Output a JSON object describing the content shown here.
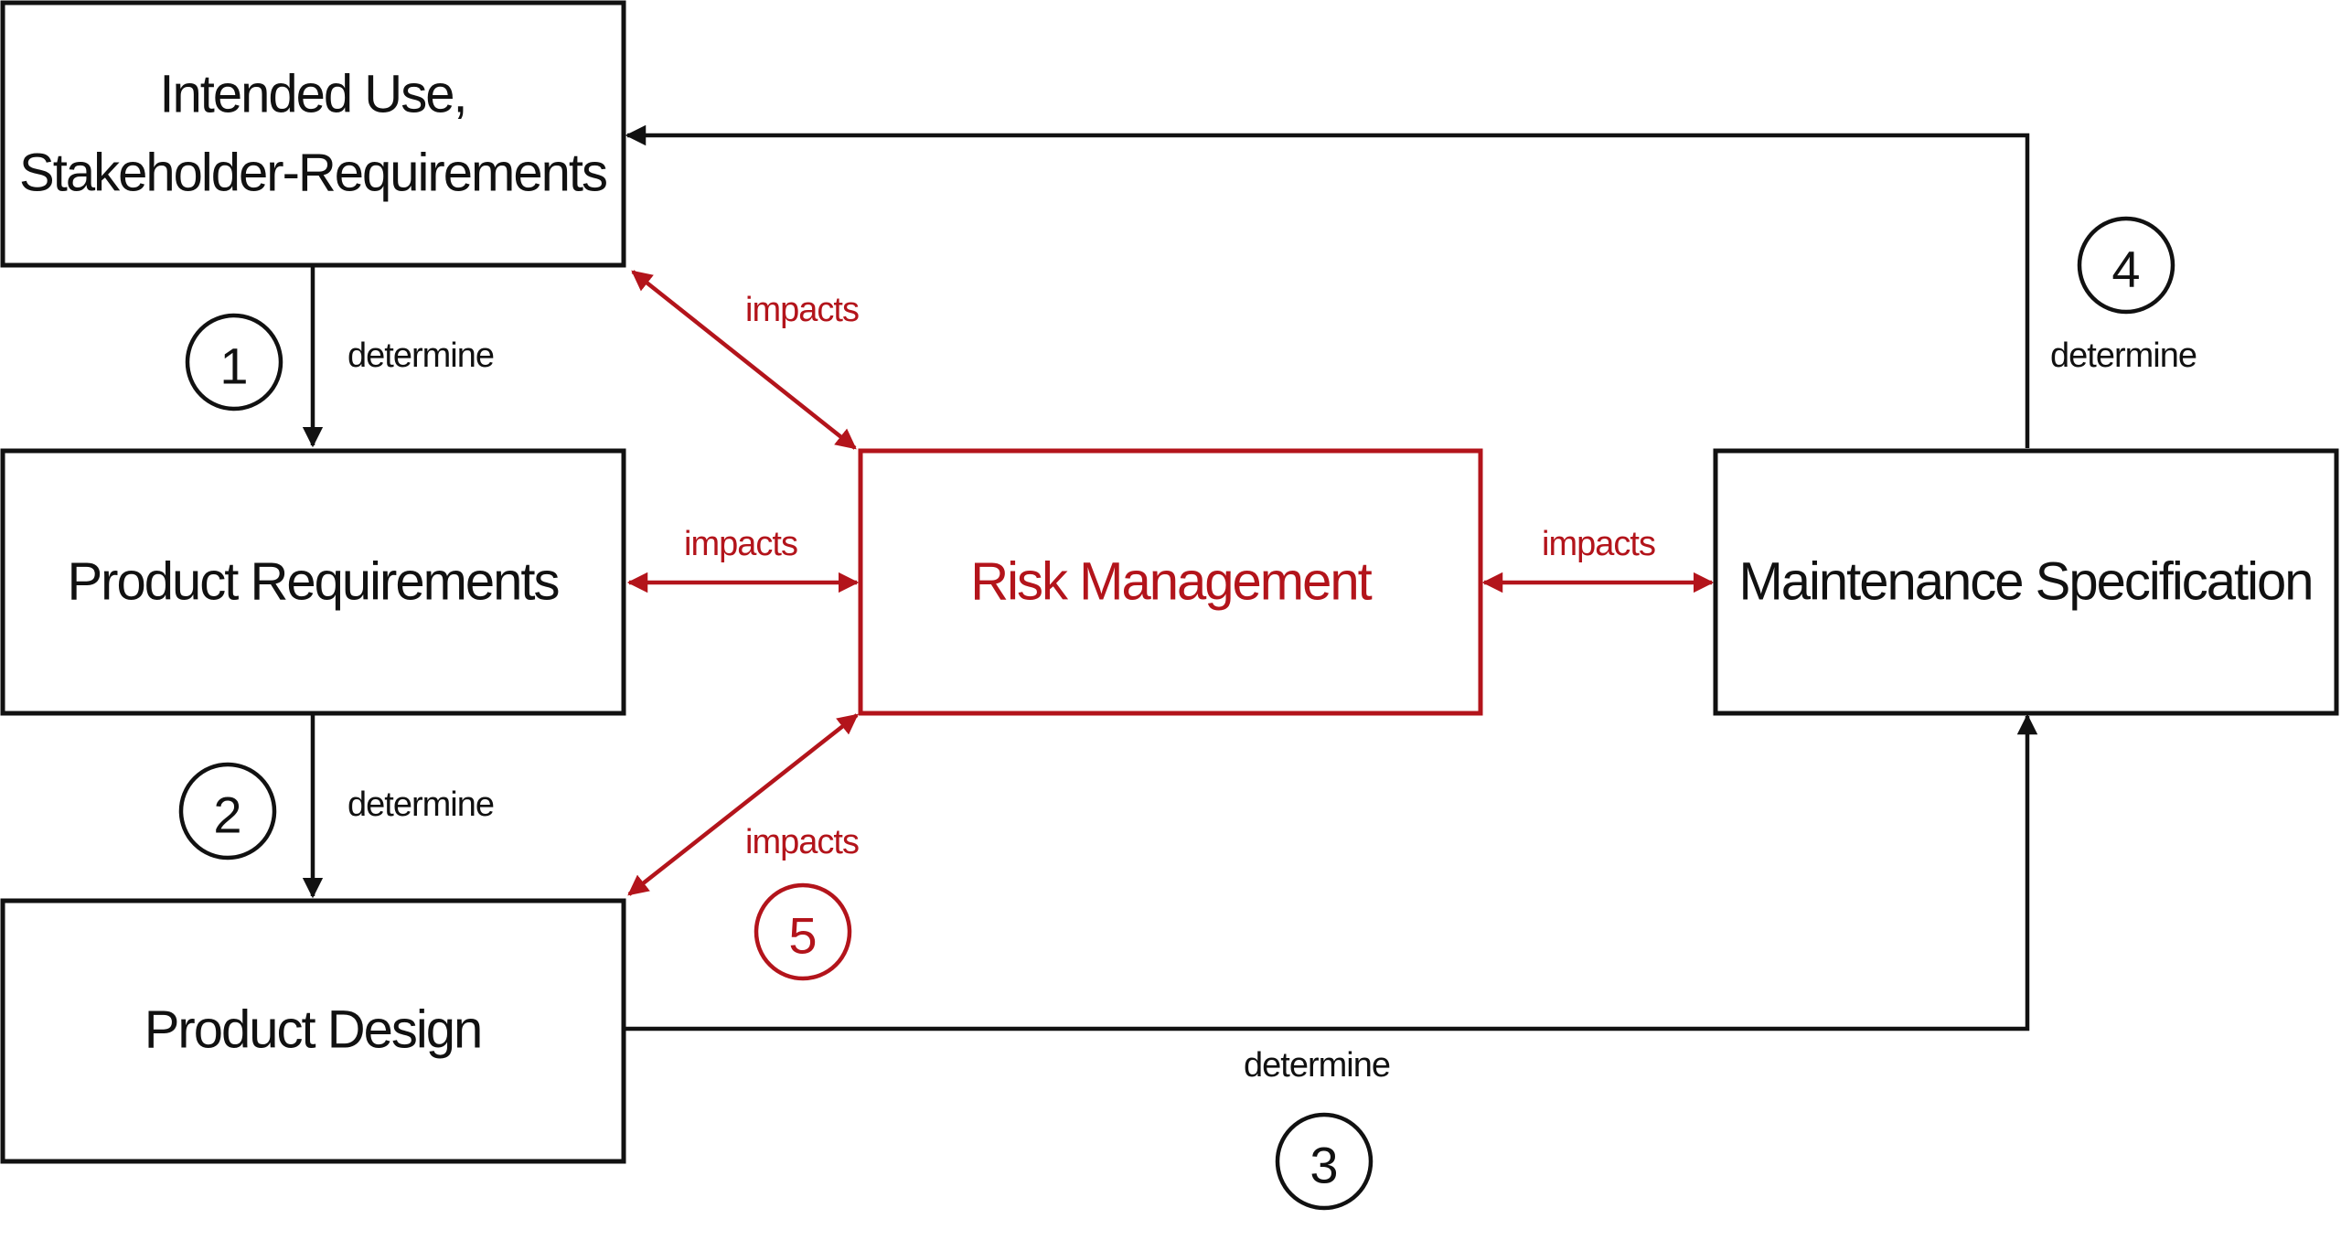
{
  "colors": {
    "black": "#111111",
    "risk_red": "#b3141b"
  },
  "nodes": {
    "intended_use": {
      "line1": "Intended Use,",
      "line2": "Stakeholder-Requirements"
    },
    "product_requirements": {
      "label": "Product Requirements"
    },
    "product_design": {
      "label": "Product Design"
    },
    "risk_management": {
      "label": "Risk Management"
    },
    "maintenance_spec": {
      "label": "Maintenance Specification"
    }
  },
  "edges": {
    "e1": {
      "label": "determine",
      "step": "1"
    },
    "e2": {
      "label": "determine",
      "step": "2"
    },
    "e3": {
      "label": "determine",
      "step": "3"
    },
    "e4": {
      "label": "determine",
      "step": "4"
    },
    "e5": {
      "label": "impacts",
      "step": "5"
    },
    "impacts_intended_use": {
      "label": "impacts"
    },
    "impacts_product_requirements": {
      "label": "impacts"
    },
    "impacts_maintenance": {
      "label": "impacts"
    }
  }
}
